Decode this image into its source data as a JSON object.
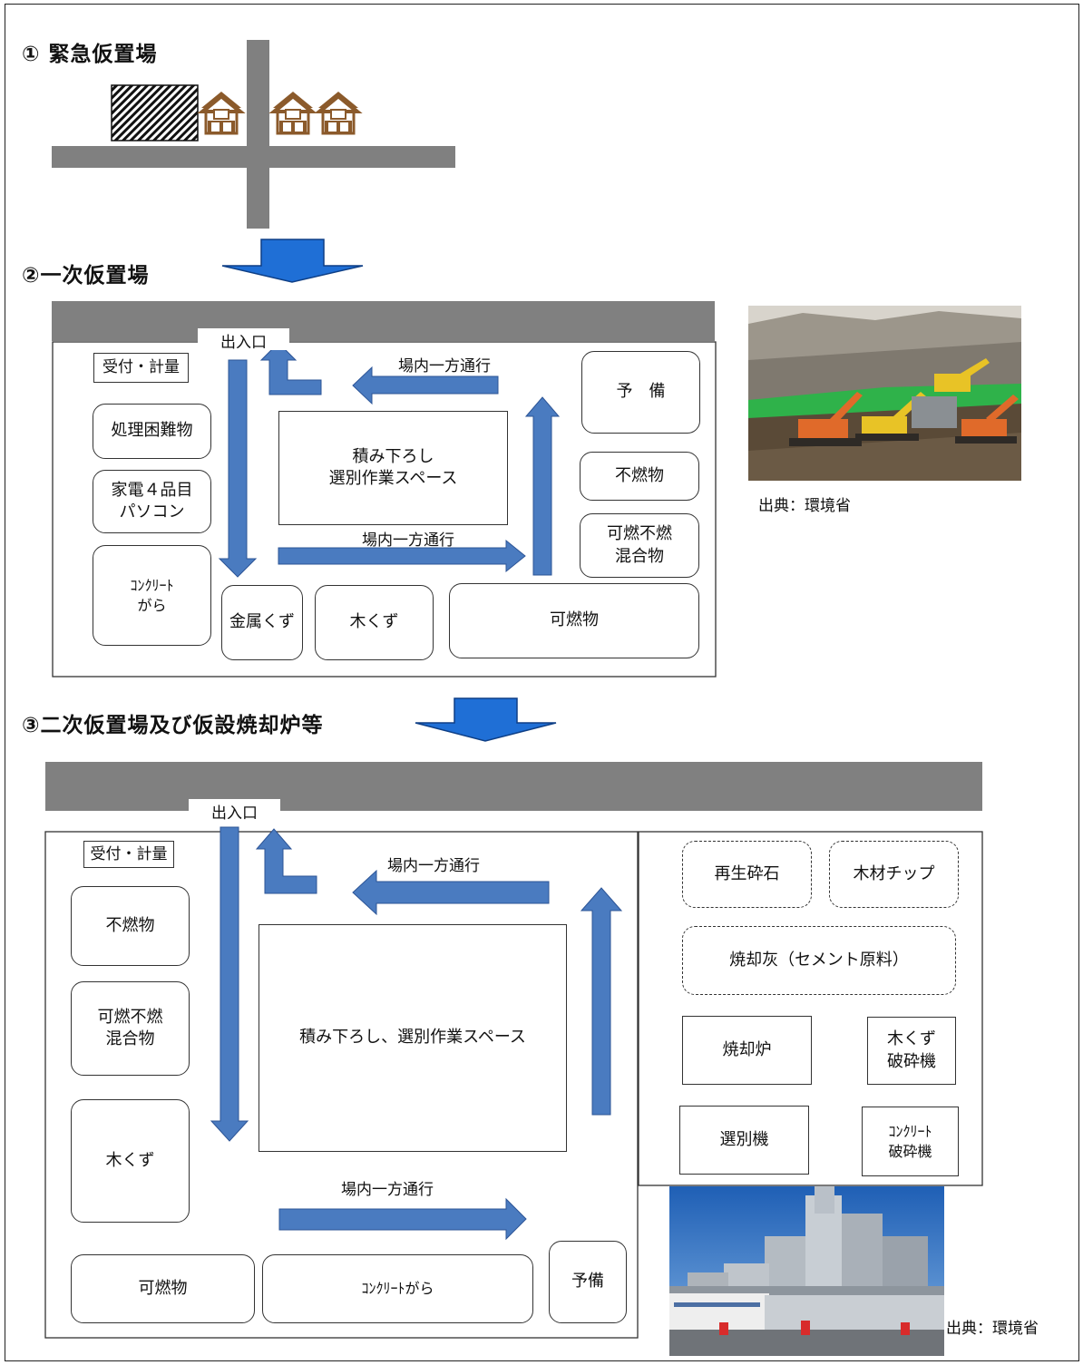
{
  "section1": {
    "title": "① 緊急仮置場"
  },
  "section2": {
    "title": "②一次仮置場",
    "entrance": "出入口",
    "reception": "受付・計量",
    "flow_top": "場内一方通行",
    "flow_bottom": "場内一方通行",
    "center": "積み下ろし\n選別作業スペース",
    "boxes": {
      "difficult": "処理困難物",
      "appliances": "家電４品目\nパソコン",
      "concrete": "ｺﾝｸﾘｰﾄ\nがら",
      "metal": "金属くず",
      "wood": "木くず",
      "combustible": "可燃物",
      "reserve": "予　備",
      "noncombustible": "不燃物",
      "mixed": "可燃不燃\n混合物"
    },
    "photo_credit": "出典：環境省"
  },
  "section3": {
    "title": "③二次仮置場及び仮設焼却炉等",
    "entrance": "出入口",
    "reception": "受付・計量",
    "flow_top": "場内一方通行",
    "flow_bottom": "場内一方通行",
    "center": "積み下ろし、選別作業スペース",
    "boxes": {
      "noncombustible": "不燃物",
      "mixed": "可燃不燃\n混合物",
      "wood": "木くず",
      "combustible": "可燃物",
      "concrete": "ｺﾝｸﾘｰﾄがら",
      "reserve": "予備",
      "recycled_stone": "再生砕石",
      "wood_chip": "木材チップ",
      "ash": "焼却灰（セメント原料）",
      "incinerator": "焼却炉",
      "wood_crusher": "木くず\n破砕機",
      "sorter": "選別機",
      "concrete_crusher": "ｺﾝｸﾘｰﾄ\n破砕機"
    },
    "photo_credit": "出典：環境省"
  },
  "colors": {
    "road": "#808080",
    "arrow_fill": "#4a7bc0",
    "arrow_stroke": "#2c5496",
    "down_arrow": "#1f6fd6",
    "house": "#8b5a2b"
  },
  "icons": [
    "house-icon",
    "hatched-block-icon",
    "blue-down-arrow-icon"
  ]
}
